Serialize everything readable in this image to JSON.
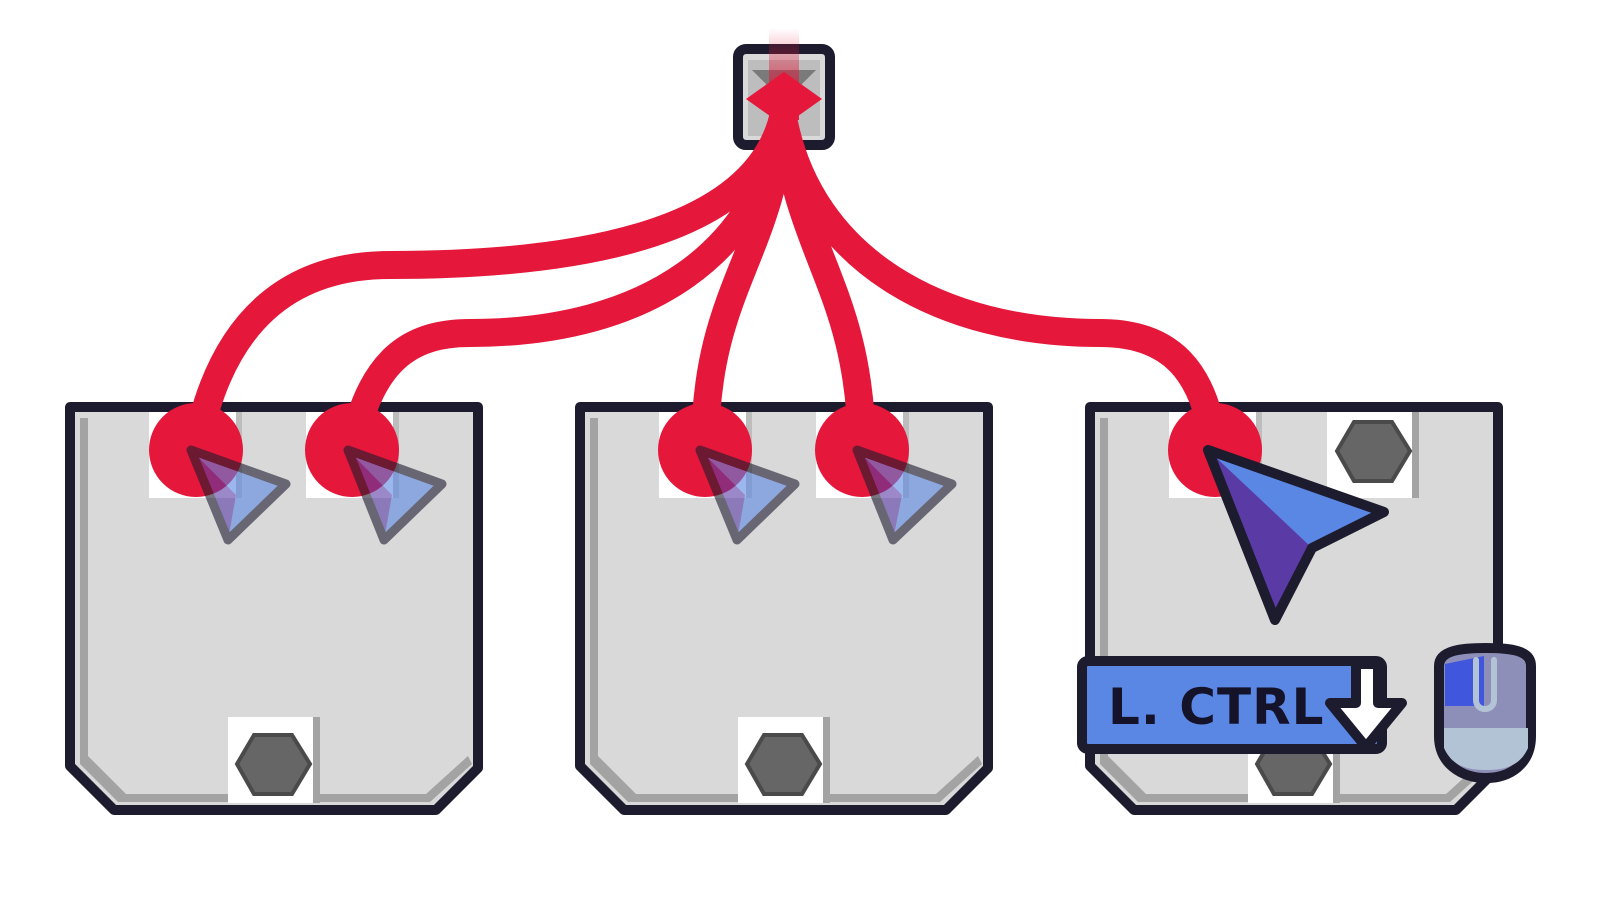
{
  "scene": {
    "title": "",
    "colors": {
      "wire": "#e5173a",
      "outline": "#1d1b2e",
      "panel": "#d9d9d9",
      "panel_shadow": "#a3a3a3",
      "socket_light": "#ffffff",
      "bolt": "#666666",
      "cursor_light": "#5b87e4",
      "cursor_dark": "#5a3aa5",
      "key_fill": "#5b87e4",
      "mouse_body": "#8e8fb8",
      "mouse_button": "#3f56dd",
      "mouse_light": "#b3c3d6"
    },
    "source": {
      "name": "splitter-node",
      "icon": "splitter-icon"
    },
    "panels": [
      {
        "name": "left-panel",
        "sockets": 2,
        "bolts": 1
      },
      {
        "name": "middle-panel",
        "sockets": 2,
        "bolts": 1
      },
      {
        "name": "right-panel",
        "sockets": 1,
        "bolts": 2
      }
    ],
    "connections": 5,
    "hint": {
      "key_label": "L. CTRL",
      "key_action": "arrow-down-icon",
      "mouse_icon": "mouse-left-click-icon"
    }
  }
}
